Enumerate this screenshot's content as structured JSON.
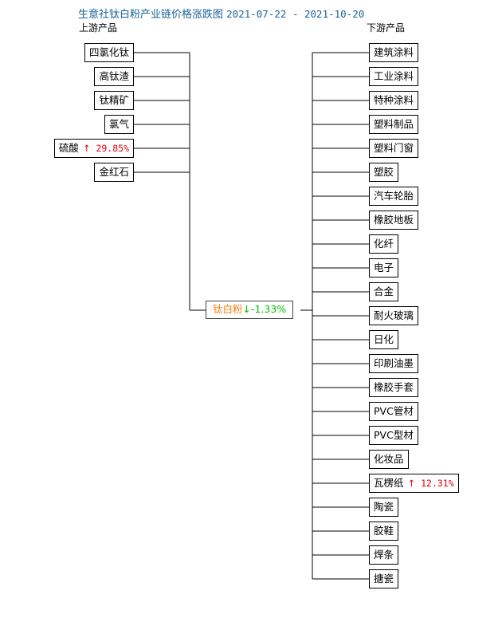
{
  "header": {
    "title_main": "生意社钛白粉产业链价格涨跌图",
    "date_range": "2021-07-22 - 2021-10-20",
    "title_color": "#1a6496",
    "upstream_label": "上游产品",
    "downstream_label": "下游产品"
  },
  "colors": {
    "up": "#e8000b",
    "down": "#00c000",
    "center": "#ff7f0e",
    "box_border": "#000000"
  },
  "center": {
    "label": "钛白粉",
    "arrow": "↓",
    "change": "-1.33%"
  },
  "upstream": [
    {
      "label": "四氯化钛",
      "arrow": "",
      "change": "",
      "dir": ""
    },
    {
      "label": "高钛渣",
      "arrow": "",
      "change": "",
      "dir": ""
    },
    {
      "label": "钛精矿",
      "arrow": "",
      "change": "",
      "dir": ""
    },
    {
      "label": "氯气",
      "arrow": "",
      "change": "",
      "dir": ""
    },
    {
      "label": "硫酸",
      "arrow": "↑",
      "change": "29.85%",
      "dir": "up"
    },
    {
      "label": "金红石",
      "arrow": "",
      "change": "",
      "dir": ""
    }
  ],
  "downstream": [
    {
      "label": "建筑涂料",
      "arrow": "",
      "change": "",
      "dir": ""
    },
    {
      "label": "工业涂料",
      "arrow": "",
      "change": "",
      "dir": ""
    },
    {
      "label": "特种涂料",
      "arrow": "",
      "change": "",
      "dir": ""
    },
    {
      "label": "塑料制品",
      "arrow": "",
      "change": "",
      "dir": ""
    },
    {
      "label": "塑料门窗",
      "arrow": "",
      "change": "",
      "dir": ""
    },
    {
      "label": "塑胶",
      "arrow": "",
      "change": "",
      "dir": ""
    },
    {
      "label": "汽车轮胎",
      "arrow": "",
      "change": "",
      "dir": ""
    },
    {
      "label": "橡胶地板",
      "arrow": "",
      "change": "",
      "dir": ""
    },
    {
      "label": "化纤",
      "arrow": "",
      "change": "",
      "dir": ""
    },
    {
      "label": "电子",
      "arrow": "",
      "change": "",
      "dir": ""
    },
    {
      "label": "合金",
      "arrow": "",
      "change": "",
      "dir": ""
    },
    {
      "label": "耐火玻璃",
      "arrow": "",
      "change": "",
      "dir": ""
    },
    {
      "label": "日化",
      "arrow": "",
      "change": "",
      "dir": ""
    },
    {
      "label": "印刷油墨",
      "arrow": "",
      "change": "",
      "dir": ""
    },
    {
      "label": "橡胶手套",
      "arrow": "",
      "change": "",
      "dir": ""
    },
    {
      "label": "PVC管材",
      "arrow": "",
      "change": "",
      "dir": ""
    },
    {
      "label": "PVC型材",
      "arrow": "",
      "change": "",
      "dir": ""
    },
    {
      "label": "化妆品",
      "arrow": "",
      "change": "",
      "dir": ""
    },
    {
      "label": "瓦楞纸",
      "arrow": "↑",
      "change": "12.31%",
      "dir": "up"
    },
    {
      "label": "陶瓷",
      "arrow": "",
      "change": "",
      "dir": ""
    },
    {
      "label": "胶鞋",
      "arrow": "",
      "change": "",
      "dir": ""
    },
    {
      "label": "焊条",
      "arrow": "",
      "change": "",
      "dir": ""
    },
    {
      "label": "搪瓷",
      "arrow": "",
      "change": "",
      "dir": ""
    }
  ],
  "chart_data": {
    "type": "diagram",
    "title": "生意社钛白粉产业链价格涨跌图",
    "subtitle": "2021-07-22 - 2021-10-20",
    "center_product": "钛白粉",
    "center_change_pct": -1.33,
    "upstream_changes": [
      {
        "name": "四氯化钛",
        "pct": null
      },
      {
        "name": "高钛渣",
        "pct": null
      },
      {
        "name": "钛精矿",
        "pct": null
      },
      {
        "name": "氯气",
        "pct": null
      },
      {
        "name": "硫酸",
        "pct": 29.85
      },
      {
        "name": "金红石",
        "pct": null
      }
    ],
    "downstream_changes": [
      {
        "name": "建筑涂料",
        "pct": null
      },
      {
        "name": "工业涂料",
        "pct": null
      },
      {
        "name": "特种涂料",
        "pct": null
      },
      {
        "name": "塑料制品",
        "pct": null
      },
      {
        "name": "塑料门窗",
        "pct": null
      },
      {
        "name": "塑胶",
        "pct": null
      },
      {
        "name": "汽车轮胎",
        "pct": null
      },
      {
        "name": "橡胶地板",
        "pct": null
      },
      {
        "name": "化纤",
        "pct": null
      },
      {
        "name": "电子",
        "pct": null
      },
      {
        "name": "合金",
        "pct": null
      },
      {
        "name": "耐火玻璃",
        "pct": null
      },
      {
        "name": "日化",
        "pct": null
      },
      {
        "name": "印刷油墨",
        "pct": null
      },
      {
        "name": "橡胶手套",
        "pct": null
      },
      {
        "name": "PVC管材",
        "pct": null
      },
      {
        "name": "PVC型材",
        "pct": null
      },
      {
        "name": "化妆品",
        "pct": null
      },
      {
        "name": "瓦楞纸",
        "pct": 12.31
      },
      {
        "name": "陶瓷",
        "pct": null
      },
      {
        "name": "胶鞋",
        "pct": null
      },
      {
        "name": "焊条",
        "pct": null
      },
      {
        "name": "搪瓷",
        "pct": null
      }
    ]
  }
}
